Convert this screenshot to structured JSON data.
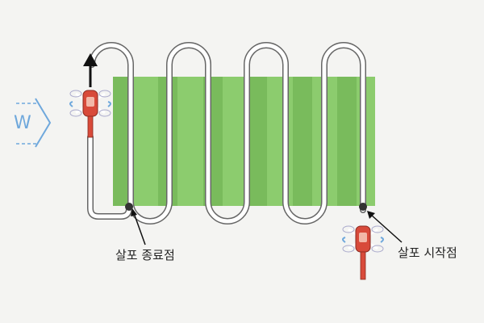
{
  "wind": {
    "label": "W"
  },
  "labels": {
    "spray_end": "살포 종료점",
    "spray_start": "살포 시작점"
  },
  "colors": {
    "field_light": "#8ccc6e",
    "field_dark": "#79bb5c",
    "path_stroke": "#666666",
    "path_fill": "#ffffff",
    "drone_body": "#d84a3a",
    "drone_arm": "#ffffff",
    "wind_arrow": "#6fa8dc",
    "direction_arrow": "#111111",
    "background": "#f4f4f2"
  },
  "icons": {
    "drone": "drone-icon",
    "wind_arrow": "wind-arrow-icon",
    "direction_arrow": "up-arrow-icon"
  }
}
